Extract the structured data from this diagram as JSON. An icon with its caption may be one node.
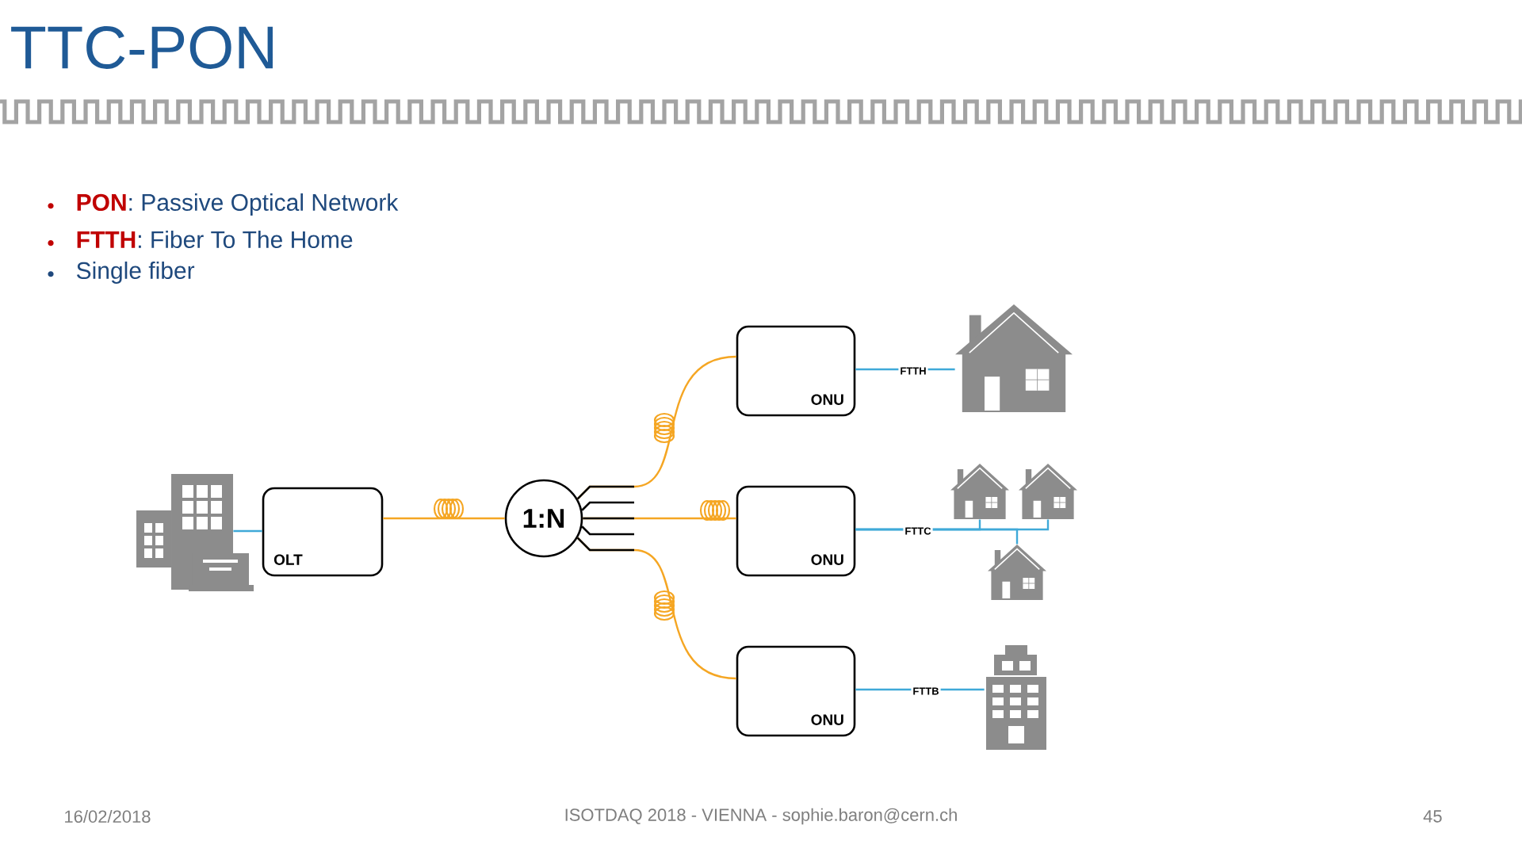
{
  "diagram": {
    "title": "TTC-PON",
    "nodes": [
      {
        "text": [],
        "shape": "building"
      },
      {
        "text": [
          "OLT"
        ]
      },
      {
        "text": [
          "1:N"
        ]
      },
      {
        "text": [
          "ONU"
        ]
      },
      {
        "text": [
          "ONU"
        ]
      },
      {
        "text": [
          "ONU"
        ]
      },
      {
        "text": [],
        "shape": "house"
      },
      {
        "text": [],
        "shape": "house"
      },
      {
        "text": [],
        "shape": "house"
      },
      {
        "text": [],
        "shape": "house"
      },
      {
        "text": [],
        "shape": "building"
      }
    ],
    "edges": [
      {
        "from": 0,
        "to": 1,
        "arrow": "none"
      },
      {
        "from": 1,
        "to": 2,
        "arrow": "none",
        "color": "#f5a623"
      },
      {
        "from": 2,
        "to": 3,
        "arrow": "none",
        "color": "#f5a623"
      },
      {
        "from": 2,
        "to": 4,
        "arrow": "none",
        "color": "#f5a623"
      },
      {
        "from": 2,
        "to": 5,
        "arrow": "none",
        "color": "#f5a623"
      },
      {
        "from": 3,
        "to": 6,
        "arrow": "none",
        "label": "FTTH"
      },
      {
        "from": 4,
        "to": 7,
        "arrow": "none",
        "label": "FTTC"
      },
      {
        "from": 4,
        "to": 8,
        "arrow": "none"
      },
      {
        "from": 4,
        "to": 9,
        "arrow": "none"
      },
      {
        "from": 5,
        "to": 10,
        "arrow": "none",
        "label": "FTTB"
      }
    ],
    "labels": [
      "**PON**: Passive Optical Network",
      "**FTTH**: Fiber To The Home",
      "Single fiber",
      "16/02/2018",
      "ISOTDAQ 2018 - VIENNA - sophie.baron@cern.ch",
      "45"
    ]
  }
}
